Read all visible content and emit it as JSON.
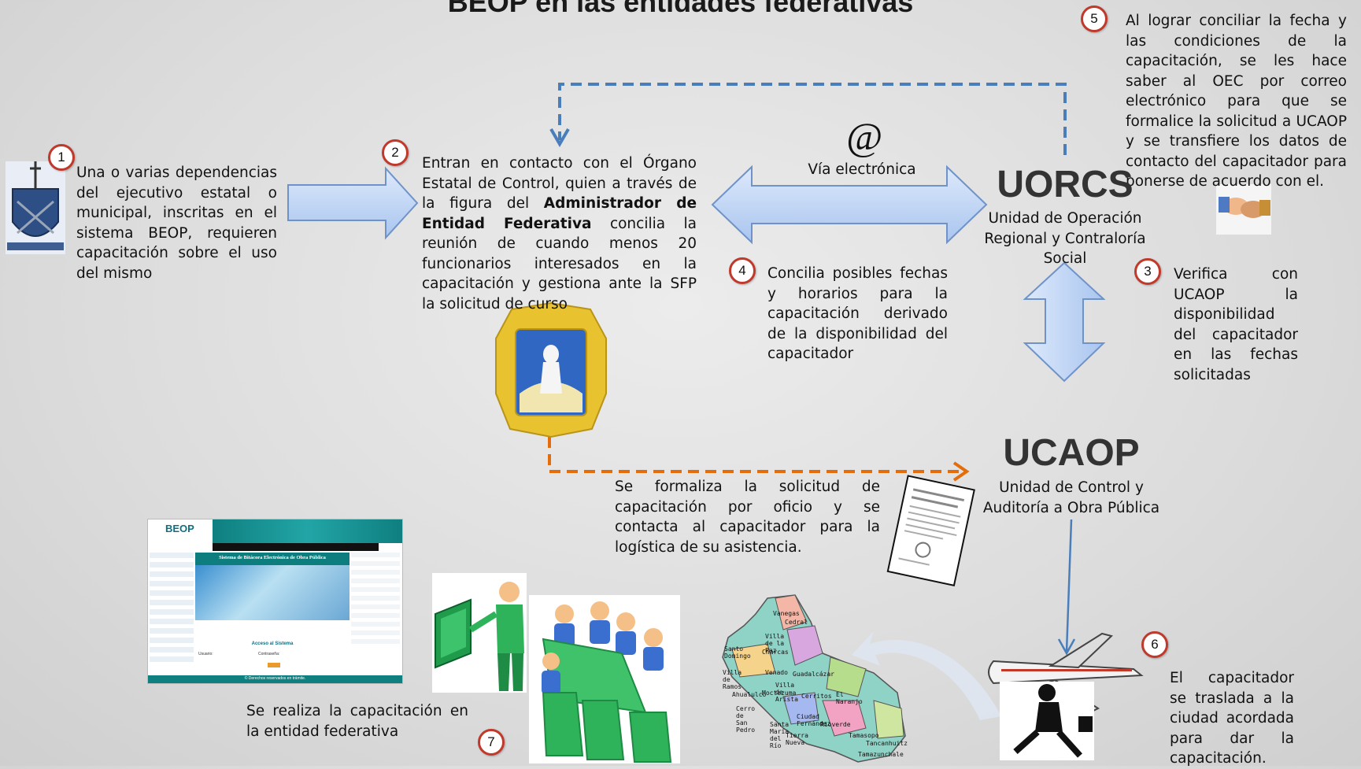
{
  "title": "BEOP en las entidades federativas",
  "steps": {
    "s1": {
      "num": "1",
      "text": "Una o varias dependencias del ejecutivo estatal o municipal, inscritas en el sistema BEOP, requieren capacitación sobre el uso del mismo"
    },
    "s2": {
      "num": "2",
      "pre": "Entran en contacto con el Órgano Estatal de Control, quien a través de la figura del ",
      "bold": "Administrador de Entidad Federativa",
      "post": " concilia la reunión de cuando menos 20 funcionarios interesados en la capacitación y gestiona ante la SFP la solicitud de curso"
    },
    "s3": {
      "num": "3",
      "text": "Verifica con UCAOP la disponibilidad del capacitador en las fechas solicitadas"
    },
    "s4": {
      "num": "4",
      "text": "Concilia posibles fechas y horarios para la capacitación derivado de la disponibilidad del capacitador"
    },
    "s5": {
      "num": "5",
      "text": "Al lograr conciliar la fecha y las condiciones de la capacitación, se les hace saber al OEC por correo electrónico para que se formalice la solicitud a UCAOP y se transfiere los datos de contacto del capacitador para ponerse de acuerdo con el."
    },
    "s6": {
      "num": "6",
      "text": "El capacitador se traslada a la ciudad acordada para dar la capacitación."
    },
    "s7": {
      "num": "7",
      "text": "Se realiza la capacitación en la entidad federativa"
    }
  },
  "electronic": {
    "symbol": "@",
    "label": "Vía electrónica"
  },
  "uorcs": {
    "acronym": "UORCS",
    "name": "Unidad de Operación Regional y Contraloría Social"
  },
  "ucaop": {
    "acronym": "UCAOP",
    "name": "Unidad de Control y Auditoría a Obra Pública"
  },
  "formalize_text": "Se formaliza la solicitud de capacitación por oficio y se contacta al capacitador para la logística de su asistencia.",
  "screenshot": {
    "brand": "BEOP",
    "banner": "Sistema de Bitácora Electrónica de Obra Pública",
    "login_title": "Acceso al Sistema",
    "user_label": "Usuario:",
    "password_label": "Contraseña:",
    "footer": "© Derechos reservados en trámite."
  },
  "map_labels": [
    "Vanegas",
    "Cedral",
    "Villa de la Paz",
    "Charcas",
    "Santo Domingo",
    "Villa de Ramos",
    "Venado",
    "Guadalcázar",
    "Villa de Arista",
    "Moctezuma",
    "Ahualulco",
    "Cerritos",
    "El Naranjo",
    "Cerro de San Pedro",
    "Ciudad Fernández",
    "Santa María del Río",
    "Rioverde",
    "Tierra Nueva",
    "Tamasopo",
    "Tancanhuitz",
    "Tamazunchale"
  ],
  "colors": {
    "badge_border": "#c0392b",
    "dash_blue": "#4a7ebb",
    "dash_orange": "#e46c0a",
    "arrow_fill": "#bcd3f2",
    "arrow_stroke": "#6f93c9"
  }
}
